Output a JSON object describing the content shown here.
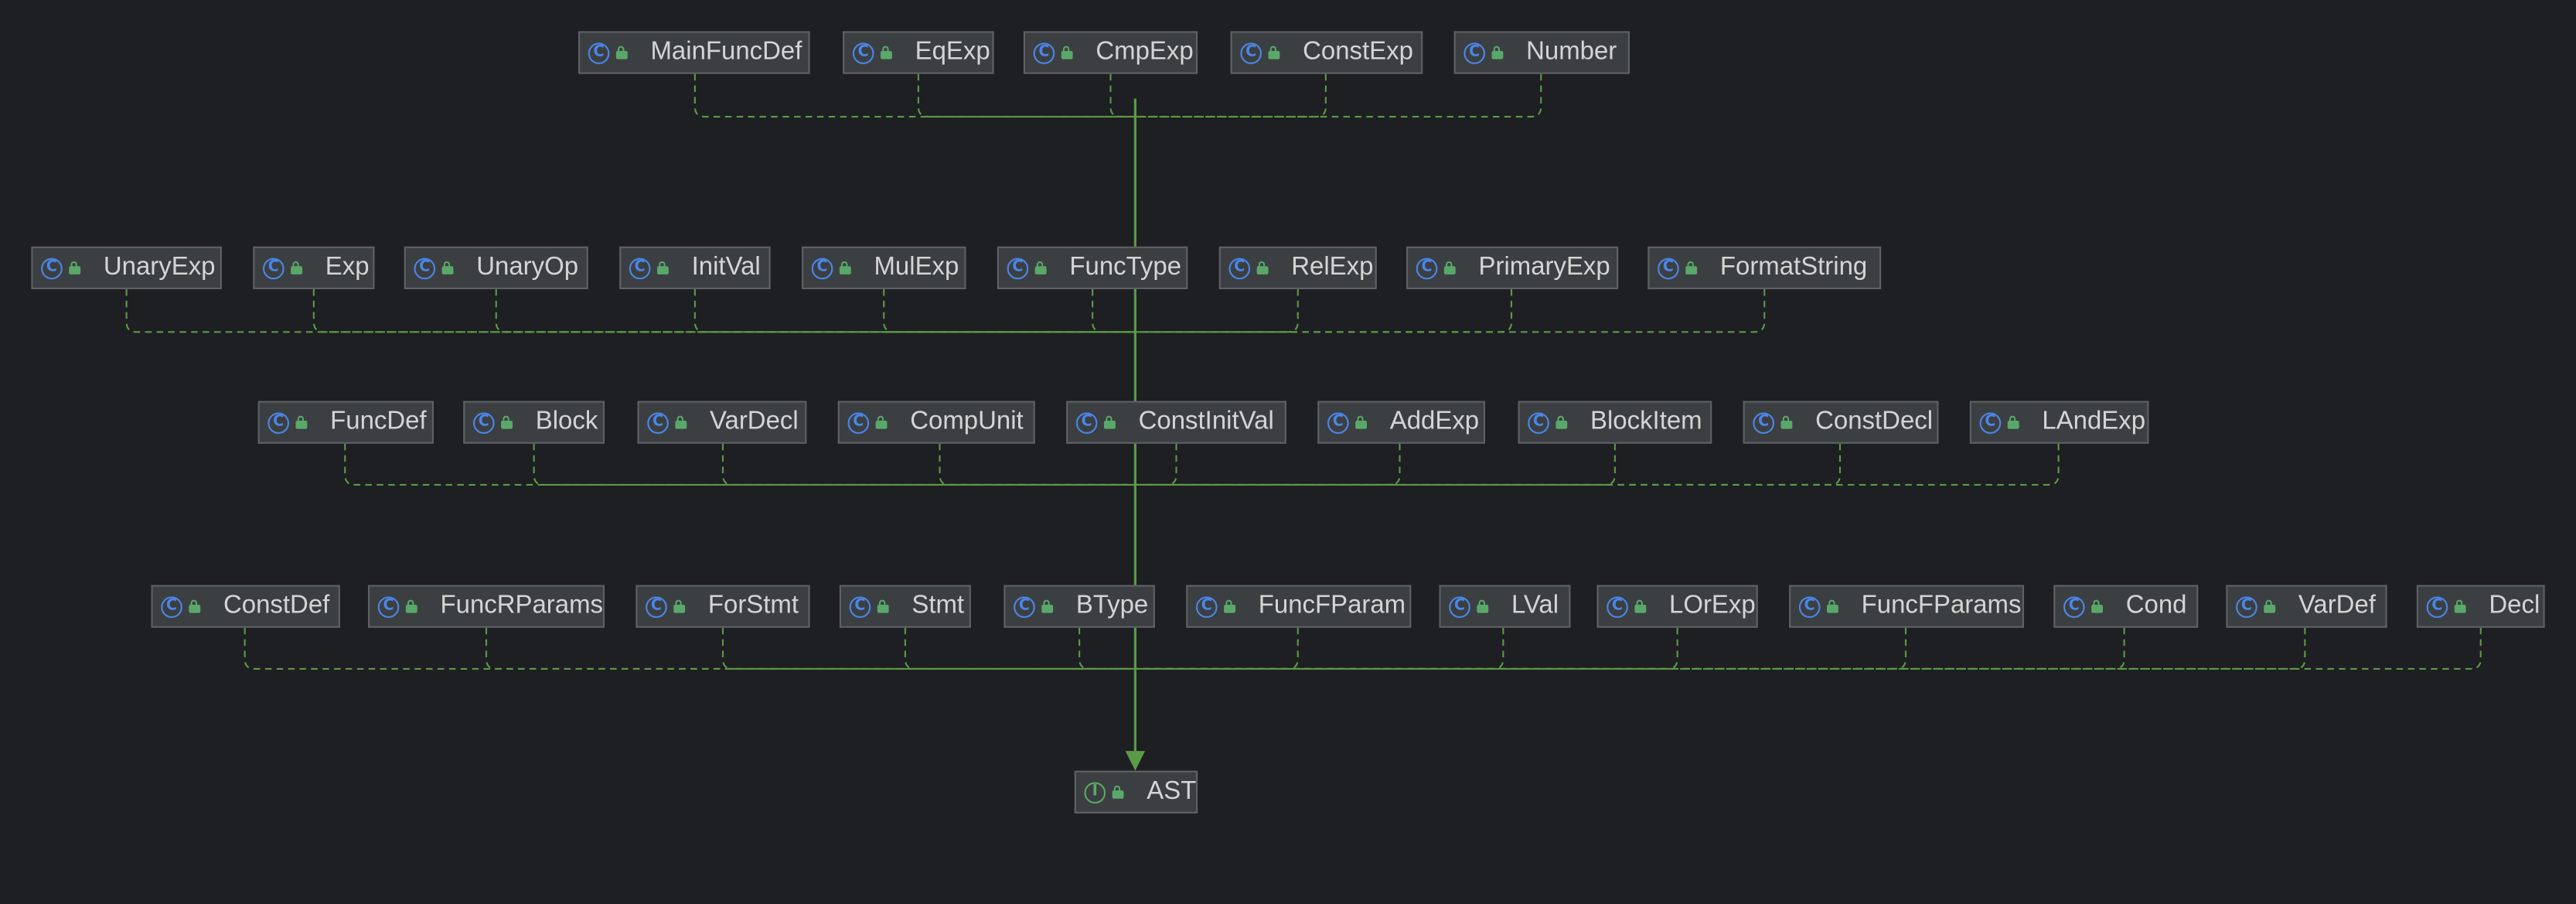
{
  "colors": {
    "background": "#1e1f22",
    "edge": "#5b9a47",
    "class_icon": "#4a86e8",
    "interface_icon": "#59a869"
  },
  "target": {
    "id": "ast",
    "label": "AST",
    "icon": "interface-icon"
  },
  "nodes": [
    {
      "id": "mainfuncdef",
      "label": "MainFuncDef",
      "icon": "class-icon"
    },
    {
      "id": "eqexp",
      "label": "EqExp",
      "icon": "class-icon"
    },
    {
      "id": "cmpexp",
      "label": "CmpExp",
      "icon": "class-icon"
    },
    {
      "id": "constexp",
      "label": "ConstExp",
      "icon": "class-icon"
    },
    {
      "id": "number",
      "label": "Number",
      "icon": "class-icon"
    },
    {
      "id": "unaryexp",
      "label": "UnaryExp",
      "icon": "class-icon"
    },
    {
      "id": "exp",
      "label": "Exp",
      "icon": "class-icon"
    },
    {
      "id": "unaryop",
      "label": "UnaryOp",
      "icon": "class-icon"
    },
    {
      "id": "initval",
      "label": "InitVal",
      "icon": "class-icon"
    },
    {
      "id": "mulexp",
      "label": "MulExp",
      "icon": "class-icon"
    },
    {
      "id": "functype",
      "label": "FuncType",
      "icon": "class-icon"
    },
    {
      "id": "relexp",
      "label": "RelExp",
      "icon": "class-icon"
    },
    {
      "id": "primaryexp",
      "label": "PrimaryExp",
      "icon": "class-icon"
    },
    {
      "id": "formatstring",
      "label": "FormatString",
      "icon": "class-icon"
    },
    {
      "id": "funcdef",
      "label": "FuncDef",
      "icon": "class-icon"
    },
    {
      "id": "block",
      "label": "Block",
      "icon": "class-icon"
    },
    {
      "id": "vardecl",
      "label": "VarDecl",
      "icon": "class-icon"
    },
    {
      "id": "compunit",
      "label": "CompUnit",
      "icon": "class-icon"
    },
    {
      "id": "constinitval",
      "label": "ConstInitVal",
      "icon": "class-icon"
    },
    {
      "id": "addexp",
      "label": "AddExp",
      "icon": "class-icon"
    },
    {
      "id": "blockitem",
      "label": "BlockItem",
      "icon": "class-icon"
    },
    {
      "id": "constdecl",
      "label": "ConstDecl",
      "icon": "class-icon"
    },
    {
      "id": "landexp",
      "label": "LAndExp",
      "icon": "class-icon"
    },
    {
      "id": "constdef",
      "label": "ConstDef",
      "icon": "class-icon"
    },
    {
      "id": "funcrparams",
      "label": "FuncRParams",
      "icon": "class-icon"
    },
    {
      "id": "forstmt",
      "label": "ForStmt",
      "icon": "class-icon"
    },
    {
      "id": "stmt",
      "label": "Stmt",
      "icon": "class-icon"
    },
    {
      "id": "btype",
      "label": "BType",
      "icon": "class-icon"
    },
    {
      "id": "funcfparam",
      "label": "FuncFParam",
      "icon": "class-icon"
    },
    {
      "id": "lval",
      "label": "LVal",
      "icon": "class-icon"
    },
    {
      "id": "lorexp",
      "label": "LOrExp",
      "icon": "class-icon"
    },
    {
      "id": "funcfparams",
      "label": "FuncFParams",
      "icon": "class-icon"
    },
    {
      "id": "cond",
      "label": "Cond",
      "icon": "class-icon"
    },
    {
      "id": "vardef",
      "label": "VarDef",
      "icon": "class-icon"
    },
    {
      "id": "decl",
      "label": "Decl",
      "icon": "class-icon"
    }
  ]
}
